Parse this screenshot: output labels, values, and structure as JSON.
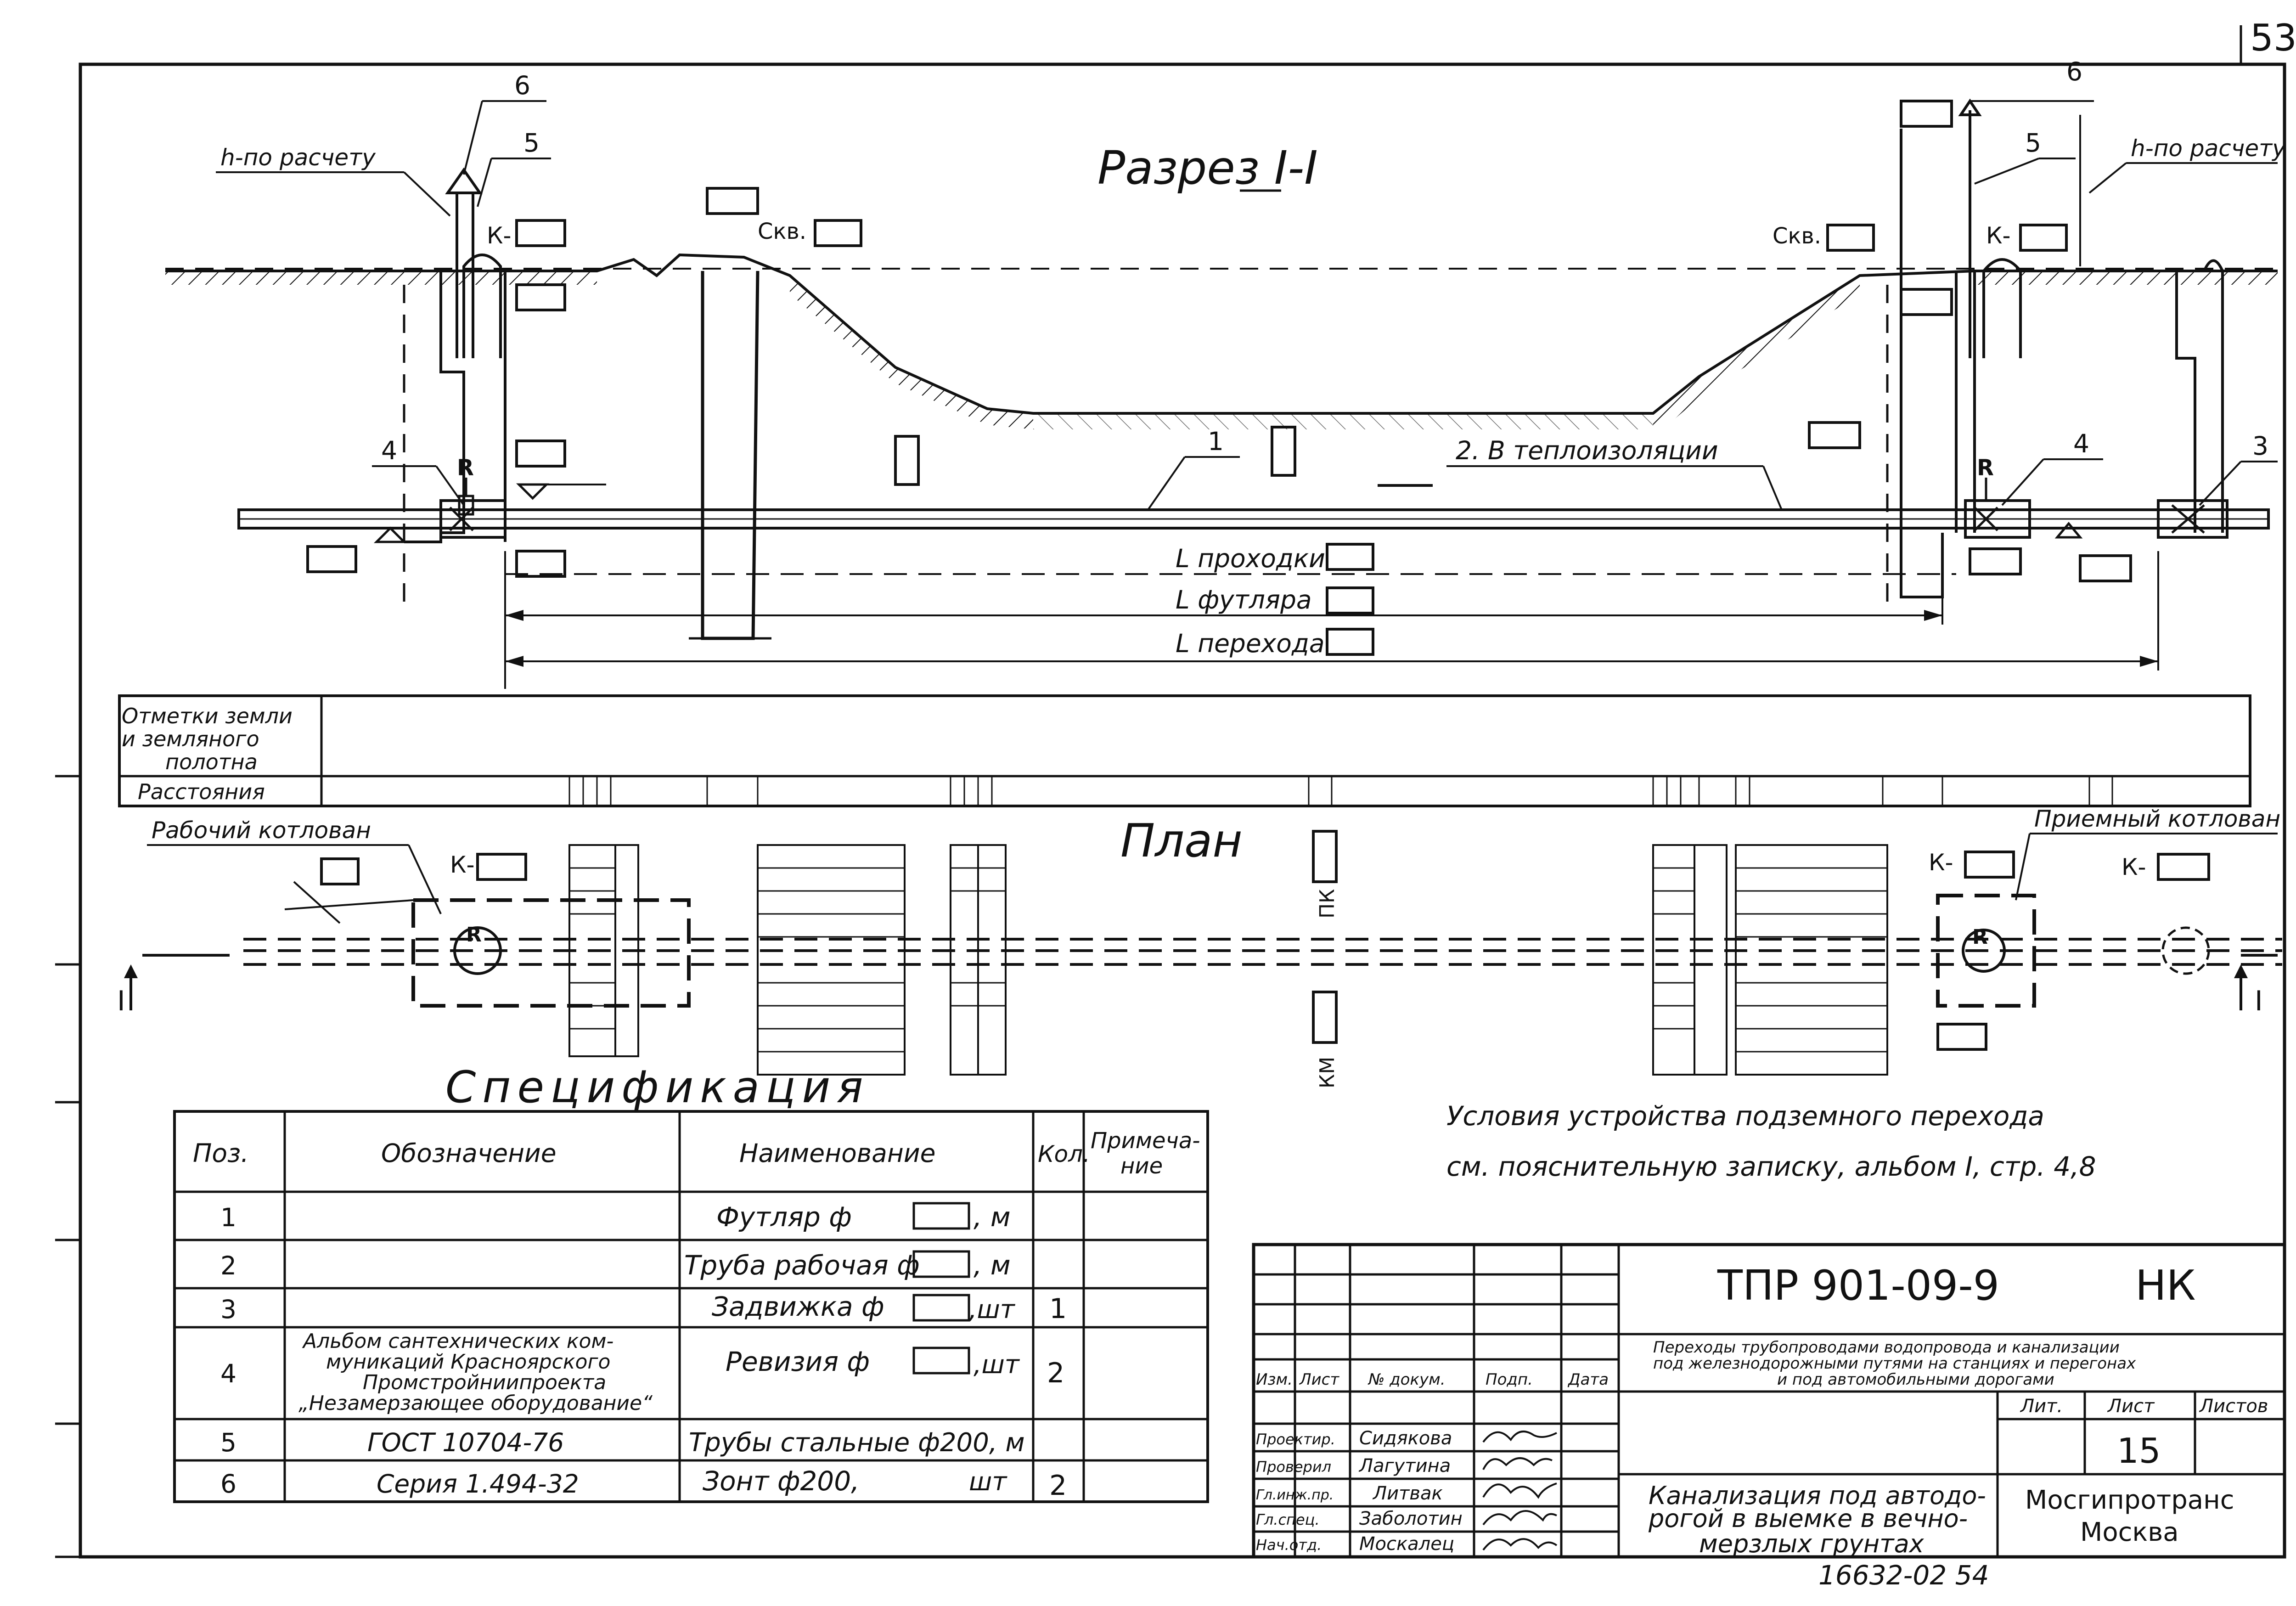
{
  "sheet_number_top": "53",
  "section": {
    "title": "Разрез I-I",
    "h_left": "h-по расчету",
    "h_right": "h-по расчету",
    "k_left": "К-",
    "k_right": "К-",
    "skv_left": "Скв.",
    "skv_right": "Скв.",
    "pos_6_left": "6",
    "pos_5_left": "5",
    "pos_4_left": "4",
    "pos_6_right": "6",
    "pos_5_right": "5",
    "pos_4_right": "4",
    "pos_3_right": "3",
    "pos_1": "1",
    "pos_2_note": "2.  В теплоизоляции",
    "r_left": "R",
    "r_right": "R",
    "l_prokhodki": "L проходки",
    "l_futlyara": "L футляра",
    "l_perekhoda": "L перехода"
  },
  "profile_table": {
    "row1": [
      "Отметки земли",
      "и земляного",
      "полотна"
    ],
    "row2": "Расстояния"
  },
  "plan": {
    "title": "План",
    "work_pit": "Рабочий котлован",
    "recv_pit": "Приемный котлован",
    "k1": "К-",
    "k2": "К-",
    "k3": "К-",
    "pk": "ПК",
    "km": "КМ",
    "r1": "R",
    "r2": "R",
    "section_mark_left": "I",
    "section_mark_right": "I"
  },
  "spec": {
    "title": "Спецификация",
    "headers": [
      "Поз.",
      "Обозначение",
      "Наименование",
      "Кол.",
      "Примеча-",
      "ние"
    ],
    "rows": [
      {
        "pos": "1",
        "oboz": "",
        "name": "Футляр ф",
        "unit": ", м",
        "qty": ""
      },
      {
        "pos": "2",
        "oboz": "",
        "name": "Труба рабочая ф",
        "unit": ", м",
        "qty": ""
      },
      {
        "pos": "3",
        "oboz": "",
        "name": "Задвижка ф",
        "unit": ",шт",
        "qty": "1"
      },
      {
        "pos": "4",
        "oboz_lines": [
          "Альбом сантехнических ком-",
          "муникаций Красноярского",
          "Промстройниипроекта",
          "„Незамерзающее оборудование“"
        ],
        "name": "Ревизия ф",
        "unit": ",шт",
        "qty": "2"
      },
      {
        "pos": "5",
        "oboz": "ГОСТ 10704-76",
        "name": "Трубы стальные ф200, м",
        "unit": "",
        "qty": ""
      },
      {
        "pos": "6",
        "oboz": "Серия 1.494-32",
        "name": "Зонт ф200,",
        "unit": "шт",
        "qty": "2"
      }
    ]
  },
  "note": [
    "Условия устройства подземного перехода",
    "см. пояснительную записку, альбом I, стр. 4,8"
  ],
  "stamp": {
    "code": "ТПР 901-09-9",
    "mark": "НК",
    "title_lines": [
      "Переходы трубопроводами водопровода и канализации",
      "под железнодорожными путями на станциях и перегонах",
      "и под автомобильными дорогами"
    ],
    "col_headers": [
      "Изм.",
      "Лист",
      "№ докум.",
      "Подп.",
      "Дата"
    ],
    "roles": [
      "Проектир.",
      "Проверил",
      "Гл.инж.пр.",
      "Гл.спец.",
      "Нач.отд."
    ],
    "names": [
      "Сидякова",
      "Лагутина",
      "Литвак",
      "Заболотин",
      "Москалец"
    ],
    "sheet_headers": [
      "Лит.",
      "Лист",
      "Листов"
    ],
    "sheet_no": "15",
    "drawing_title": [
      "Канализация под автодо-",
      "рогой в выемке в вечно-",
      "мерзлых грунтах"
    ],
    "org": [
      "Мосгипротранс",
      "Москва"
    ]
  },
  "inventory": "16632-02   54"
}
